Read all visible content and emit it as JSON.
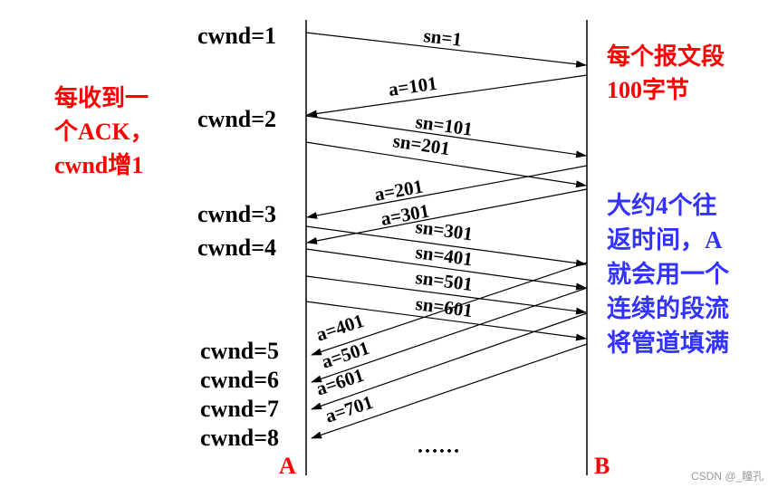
{
  "left_note": [
    "每收到一",
    "个ACK，",
    "cwnd增1"
  ],
  "right_note_top": [
    "每个报文段",
    "100字节"
  ],
  "right_note_blue": [
    "大约4个往",
    "返时间，A",
    "就会用一个",
    "连续的段流",
    "将管道填满"
  ],
  "cwnd_labels": [
    "cwnd=1",
    "cwnd=2",
    "cwnd=3",
    "cwnd=4",
    "cwnd=5",
    "cwnd=6",
    "cwnd=7",
    "cwnd=8"
  ],
  "segments_sent": [
    "sn=1",
    "sn=101",
    "sn=201",
    "sn=301",
    "sn=401",
    "sn=501",
    "sn=601"
  ],
  "acks": [
    "a=101",
    "a=201",
    "a=301",
    "a=401",
    "a=501",
    "a=601",
    "a=701"
  ],
  "endpoint_a": "A",
  "endpoint_b": "B",
  "ellipsis": "……",
  "watermark": "CSDN @_瞳孔",
  "colors": {
    "red": "#ff0000",
    "blue": "#3333ff",
    "black": "#000000"
  }
}
